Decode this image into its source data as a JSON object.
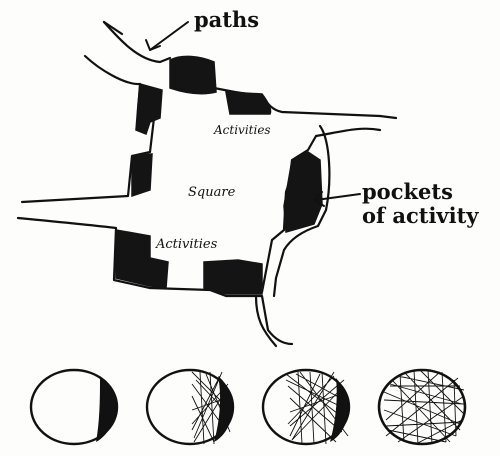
{
  "labels": {
    "paths": "paths",
    "pockets_line1": "pockets",
    "pockets_line2": "of activity",
    "square": "Square",
    "activities_top": "Activities",
    "activities_bottom": "Activities"
  },
  "colors": {
    "ink": "#111111",
    "paper": "#fdfdfb"
  },
  "circle_sequence": {
    "count": 4,
    "fill_levels": [
      0.1,
      0.35,
      0.65,
      1.0
    ]
  }
}
